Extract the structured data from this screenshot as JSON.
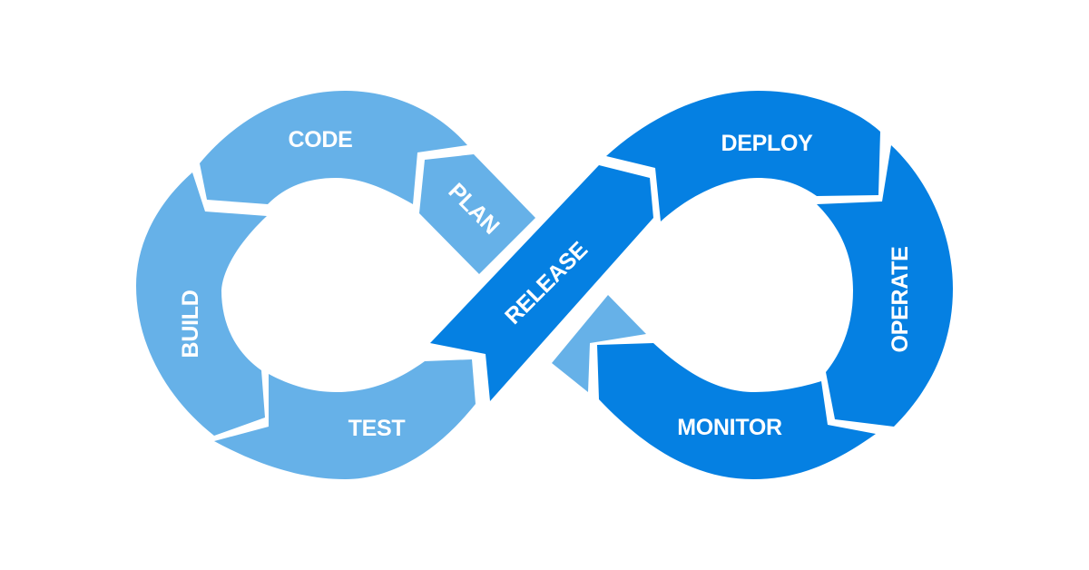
{
  "diagram": {
    "title": "DevOps infinity loop",
    "colors": {
      "dev": "#66B1E8",
      "ops": "#0580E2",
      "background": "#FFFFFF",
      "label": "#FFFFFF"
    },
    "stages": {
      "plan": "PLAN",
      "code": "CODE",
      "build": "BUILD",
      "test": "TEST",
      "release": "RELEASE",
      "deploy": "DEPLOY",
      "operate": "OPERATE",
      "monitor": "MONITOR"
    }
  }
}
